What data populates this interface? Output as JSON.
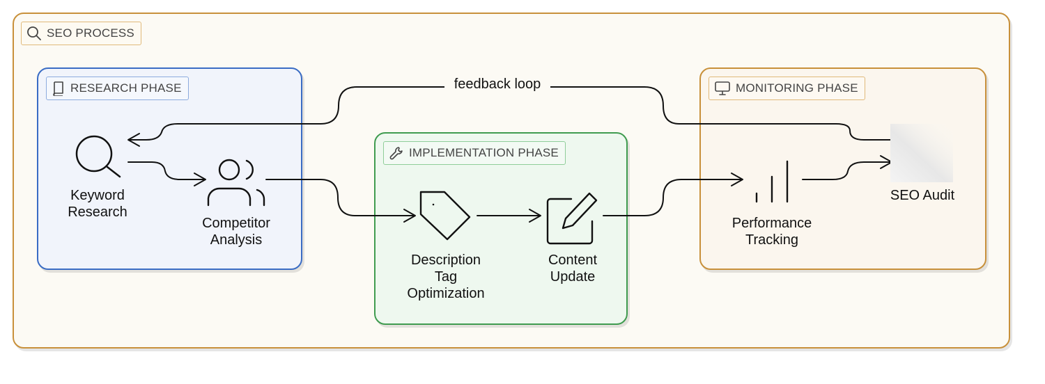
{
  "groups": {
    "outer": {
      "label": "SEO PROCESS",
      "icon": "search-icon",
      "border_color": "#c8903a"
    },
    "research": {
      "label": "RESEARCH PHASE",
      "icon": "book-icon",
      "border_color": "#3a6cc4"
    },
    "implementation": {
      "label": "IMPLEMENTATION PHASE",
      "icon": "wrench-icon",
      "border_color": "#3f9b4f"
    },
    "monitoring": {
      "label": "MONITORING PHASE",
      "icon": "monitor-icon",
      "border_color": "#c8903a"
    }
  },
  "nodes": {
    "keyword": {
      "lines": [
        "Keyword",
        "Research"
      ],
      "icon": "magnifier-icon"
    },
    "competitor": {
      "lines": [
        "Competitor",
        "Analysis"
      ],
      "icon": "users-icon"
    },
    "description": {
      "lines": [
        "Description",
        "Tag",
        "Optimization"
      ],
      "icon": "tag-icon"
    },
    "content": {
      "lines": [
        "Content",
        "Update"
      ],
      "icon": "edit-icon"
    },
    "performance": {
      "lines": [
        "Performance",
        "Tracking"
      ],
      "icon": "bar-chart-icon"
    },
    "audit": {
      "lines": [
        "SEO Audit"
      ],
      "icon": "blank-image-icon"
    }
  },
  "edges": {
    "feedback_label": "feedback loop"
  }
}
